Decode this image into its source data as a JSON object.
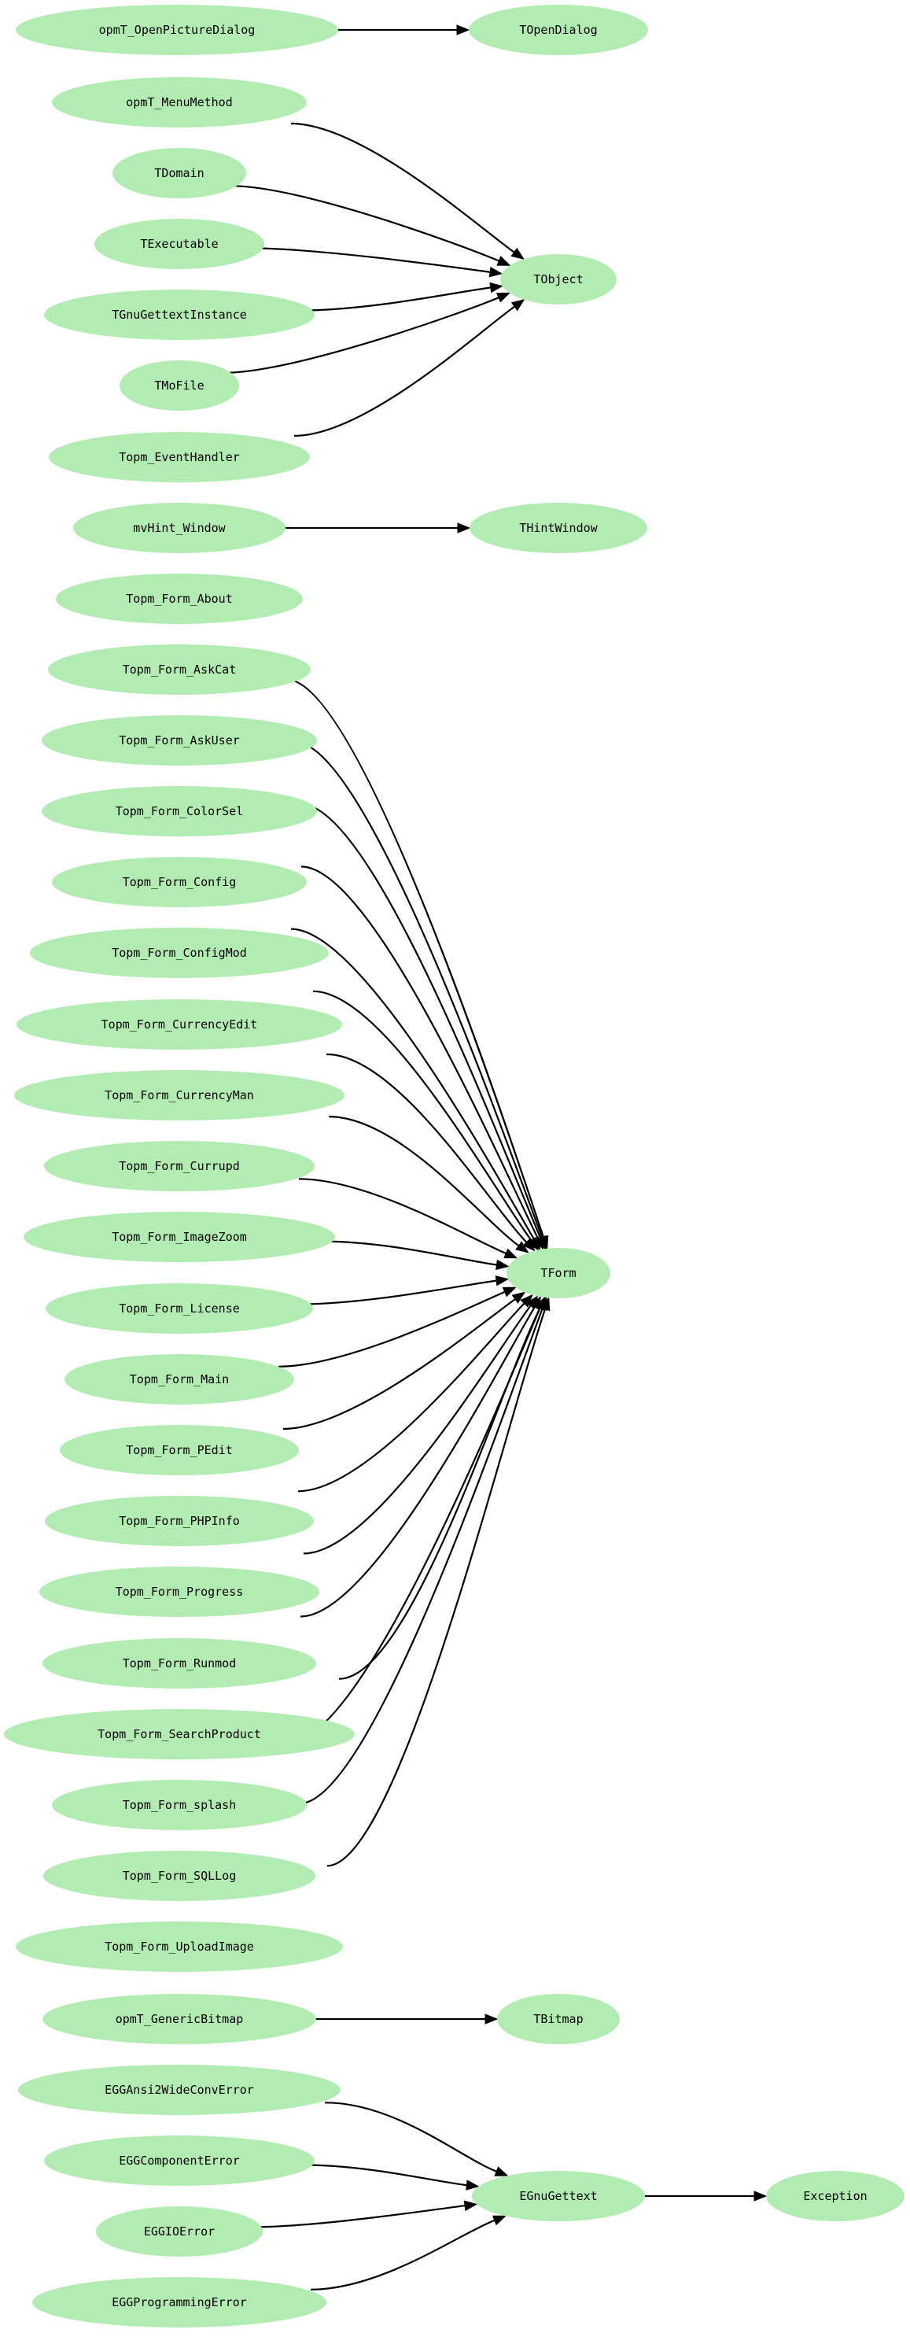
{
  "colors": {
    "node_fill": "#b3ecb3",
    "edge": "#000000",
    "text": "#000000",
    "background": "#ffffff"
  },
  "nodes": [
    {
      "id": "n_opmT_OpenPictureDialog",
      "label": "opmT_OpenPictureDialog"
    },
    {
      "id": "n_TOpenDialog",
      "label": "TOpenDialog"
    },
    {
      "id": "n_opmT_MenuMethod",
      "label": "opmT_MenuMethod"
    },
    {
      "id": "n_TDomain",
      "label": "TDomain"
    },
    {
      "id": "n_TExecutable",
      "label": "TExecutable"
    },
    {
      "id": "n_TGnuGettextInstance",
      "label": "TGnuGettextInstance"
    },
    {
      "id": "n_TMoFile",
      "label": "TMoFile"
    },
    {
      "id": "n_Topm_EventHandler",
      "label": "Topm_EventHandler"
    },
    {
      "id": "n_TObject",
      "label": "TObject"
    },
    {
      "id": "n_mvHint_Window",
      "label": "mvHint_Window"
    },
    {
      "id": "n_THintWindow",
      "label": "THintWindow"
    },
    {
      "id": "n_Topm_Form_About",
      "label": "Topm_Form_About"
    },
    {
      "id": "n_Topm_Form_AskCat",
      "label": "Topm_Form_AskCat"
    },
    {
      "id": "n_Topm_Form_AskUser",
      "label": "Topm_Form_AskUser"
    },
    {
      "id": "n_Topm_Form_ColorSel",
      "label": "Topm_Form_ColorSel"
    },
    {
      "id": "n_Topm_Form_Config",
      "label": "Topm_Form_Config"
    },
    {
      "id": "n_Topm_Form_ConfigMod",
      "label": "Topm_Form_ConfigMod"
    },
    {
      "id": "n_Topm_Form_CurrencyEdit",
      "label": "Topm_Form_CurrencyEdit"
    },
    {
      "id": "n_Topm_Form_CurrencyMan",
      "label": "Topm_Form_CurrencyMan"
    },
    {
      "id": "n_Topm_Form_Currupd",
      "label": "Topm_Form_Currupd"
    },
    {
      "id": "n_Topm_Form_ImageZoom",
      "label": "Topm_Form_ImageZoom"
    },
    {
      "id": "n_Topm_Form_License",
      "label": "Topm_Form_License"
    },
    {
      "id": "n_Topm_Form_Main",
      "label": "Topm_Form_Main"
    },
    {
      "id": "n_Topm_Form_PEdit",
      "label": "Topm_Form_PEdit"
    },
    {
      "id": "n_Topm_Form_PHPInfo",
      "label": "Topm_Form_PHPInfo"
    },
    {
      "id": "n_Topm_Form_Progress",
      "label": "Topm_Form_Progress"
    },
    {
      "id": "n_Topm_Form_Runmod",
      "label": "Topm_Form_Runmod"
    },
    {
      "id": "n_Topm_Form_SearchProduct",
      "label": "Topm_Form_SearchProduct"
    },
    {
      "id": "n_Topm_Form_splash",
      "label": "Topm_Form_splash"
    },
    {
      "id": "n_Topm_Form_SQLLog",
      "label": "Topm_Form_SQLLog"
    },
    {
      "id": "n_Topm_Form_UploadImage",
      "label": "Topm_Form_UploadImage"
    },
    {
      "id": "n_TForm",
      "label": "TForm"
    },
    {
      "id": "n_opmT_GenericBitmap",
      "label": "opmT_GenericBitmap"
    },
    {
      "id": "n_TBitmap",
      "label": "TBitmap"
    },
    {
      "id": "n_EGGAnsi2WideConvError",
      "label": "EGGAnsi2WideConvError"
    },
    {
      "id": "n_EGGComponentError",
      "label": "EGGComponentError"
    },
    {
      "id": "n_EGGIOError",
      "label": "EGGIOError"
    },
    {
      "id": "n_EGGProgrammingError",
      "label": "EGGProgrammingError"
    },
    {
      "id": "n_EGnuGettext",
      "label": "EGnuGettext"
    },
    {
      "id": "n_Exception",
      "label": "Exception"
    }
  ],
  "edges": [
    {
      "from": "n_opmT_OpenPictureDialog",
      "to": "n_TOpenDialog"
    },
    {
      "from": "n_opmT_MenuMethod",
      "to": "n_TObject"
    },
    {
      "from": "n_TDomain",
      "to": "n_TObject"
    },
    {
      "from": "n_TExecutable",
      "to": "n_TObject"
    },
    {
      "from": "n_TGnuGettextInstance",
      "to": "n_TObject"
    },
    {
      "from": "n_TMoFile",
      "to": "n_TObject"
    },
    {
      "from": "n_Topm_EventHandler",
      "to": "n_TObject"
    },
    {
      "from": "n_mvHint_Window",
      "to": "n_THintWindow"
    },
    {
      "from": "n_Topm_Form_About",
      "to": "n_TForm"
    },
    {
      "from": "n_Topm_Form_AskCat",
      "to": "n_TForm"
    },
    {
      "from": "n_Topm_Form_AskUser",
      "to": "n_TForm"
    },
    {
      "from": "n_Topm_Form_ColorSel",
      "to": "n_TForm"
    },
    {
      "from": "n_Topm_Form_Config",
      "to": "n_TForm"
    },
    {
      "from": "n_Topm_Form_ConfigMod",
      "to": "n_TForm"
    },
    {
      "from": "n_Topm_Form_CurrencyEdit",
      "to": "n_TForm"
    },
    {
      "from": "n_Topm_Form_CurrencyMan",
      "to": "n_TForm"
    },
    {
      "from": "n_Topm_Form_Currupd",
      "to": "n_TForm"
    },
    {
      "from": "n_Topm_Form_ImageZoom",
      "to": "n_TForm"
    },
    {
      "from": "n_Topm_Form_License",
      "to": "n_TForm"
    },
    {
      "from": "n_Topm_Form_Main",
      "to": "n_TForm"
    },
    {
      "from": "n_Topm_Form_PEdit",
      "to": "n_TForm"
    },
    {
      "from": "n_Topm_Form_PHPInfo",
      "to": "n_TForm"
    },
    {
      "from": "n_Topm_Form_Progress",
      "to": "n_TForm"
    },
    {
      "from": "n_Topm_Form_Runmod",
      "to": "n_TForm"
    },
    {
      "from": "n_Topm_Form_SearchProduct",
      "to": "n_TForm"
    },
    {
      "from": "n_Topm_Form_splash",
      "to": "n_TForm"
    },
    {
      "from": "n_Topm_Form_SQLLog",
      "to": "n_TForm"
    },
    {
      "from": "n_Topm_Form_UploadImage",
      "to": "n_TForm"
    },
    {
      "from": "n_opmT_GenericBitmap",
      "to": "n_TBitmap"
    },
    {
      "from": "n_EGGAnsi2WideConvError",
      "to": "n_EGnuGettext"
    },
    {
      "from": "n_EGGComponentError",
      "to": "n_EGnuGettext"
    },
    {
      "from": "n_EGGIOError",
      "to": "n_EGnuGettext"
    },
    {
      "from": "n_EGGProgrammingError",
      "to": "n_EGnuGettext"
    },
    {
      "from": "n_EGnuGettext",
      "to": "n_Exception"
    }
  ]
}
